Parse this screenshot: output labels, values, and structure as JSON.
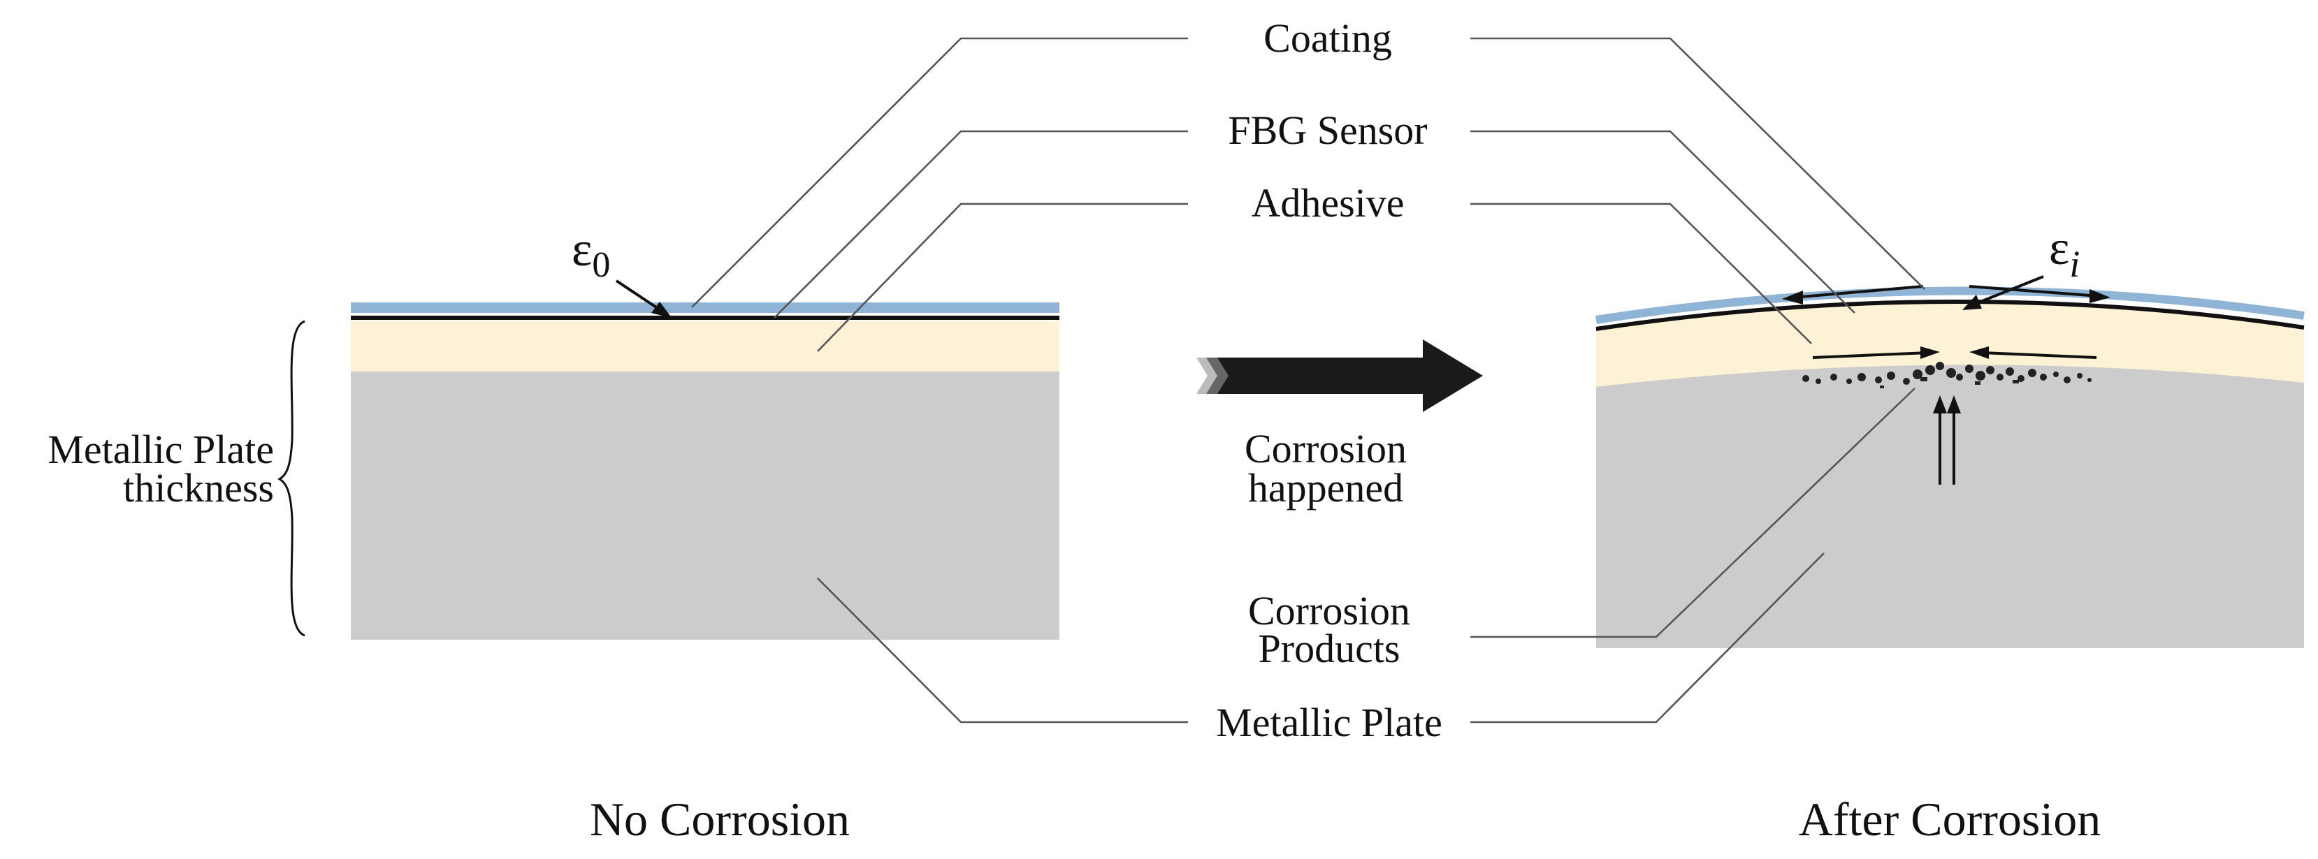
{
  "labels": {
    "coating": "Coating",
    "fbg_sensor": "FBG Sensor",
    "adhesive": "Adhesive",
    "corrosion_happened_line1": "Corrosion",
    "corrosion_happened_line2": "happened",
    "corrosion_products_line1": "Corrosion",
    "corrosion_products_line2": "Products",
    "metallic_plate": "Metallic Plate",
    "thickness_line1": "Metallic Plate",
    "thickness_line2": "thickness",
    "strain_initial_base": "ε",
    "strain_initial_sub": "0",
    "strain_after_base": "ε",
    "strain_after_sub": "i"
  },
  "captions": {
    "left": "No Corrosion",
    "right": "After Corrosion"
  },
  "colors": {
    "coating": "#8fb4d6",
    "sensor": "#111111",
    "adhesive": "#fdf2d6",
    "plate": "#cccccc",
    "leader": "#555555",
    "arrow": "#1a1a1a"
  }
}
